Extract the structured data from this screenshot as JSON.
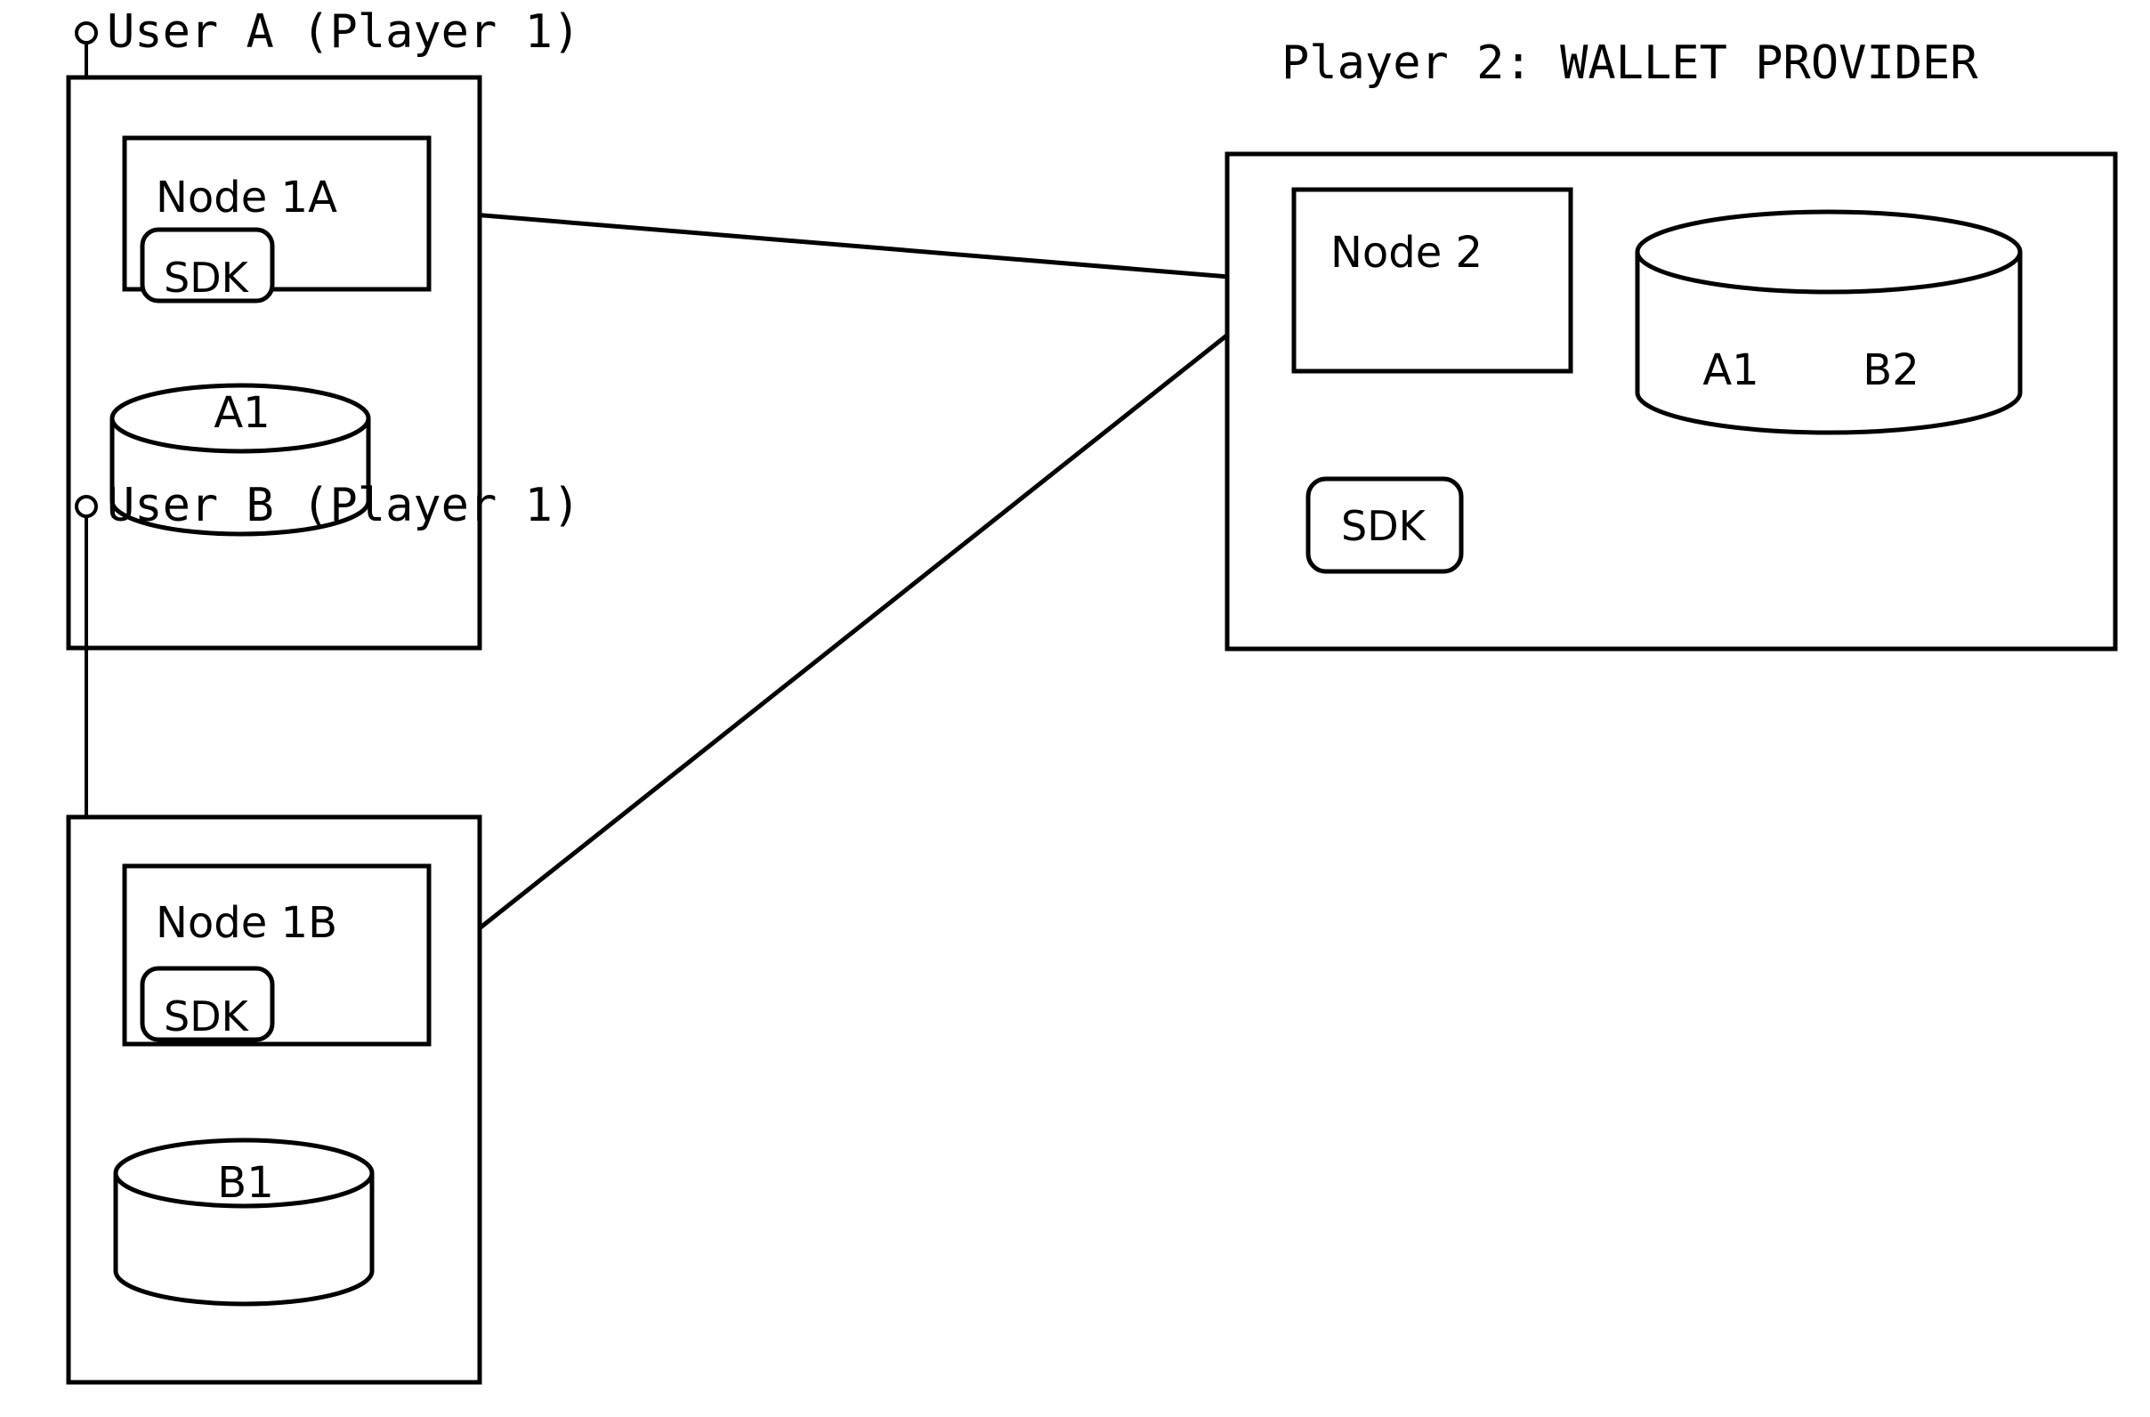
{
  "diagram": {
    "type": "architecture-diagram",
    "background_color": "#ffffff",
    "stroke_color": "#000000",
    "actors": [
      {
        "id": "user-a",
        "title": "User A (Player 1)",
        "marker": "lollipop-actor-icon",
        "node": {
          "label": "Node 1A",
          "component": {
            "label": "SDK"
          }
        },
        "database": {
          "label": "A1"
        }
      },
      {
        "id": "user-b",
        "title": "User B (Player 1)",
        "marker": "lollipop-actor-icon",
        "node": {
          "label": "Node 1B",
          "component": {
            "label": "SDK"
          }
        },
        "database": {
          "label": "B1"
        }
      }
    ],
    "provider": {
      "id": "player-2",
      "title": "Player 2: WALLET PROVIDER",
      "node": {
        "label": "Node 2"
      },
      "component": {
        "label": "SDK"
      },
      "database": {
        "labels": [
          "A1",
          "B2"
        ]
      }
    },
    "connectors": [
      {
        "from": "Node 1A",
        "to": "Node 2"
      },
      {
        "from": "Node 1B",
        "to": "Node 2"
      }
    ]
  }
}
